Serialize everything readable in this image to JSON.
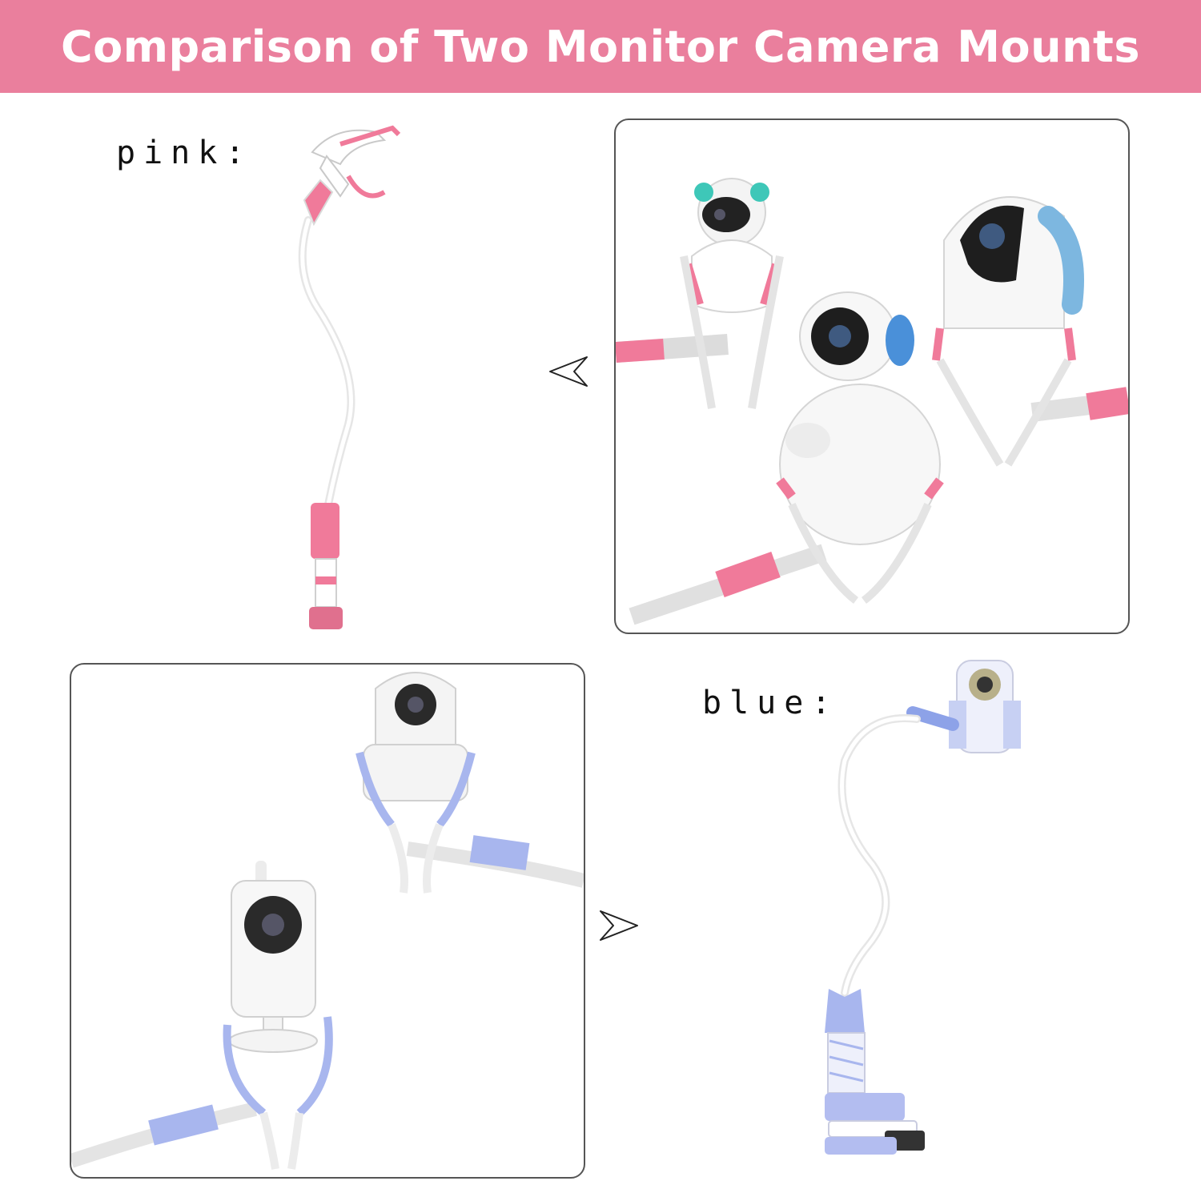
{
  "header": {
    "title": "Comparison of Two Monitor Camera Mounts",
    "background": "#ea7f9d"
  },
  "pink_section": {
    "label": "pink:",
    "accent": "#f07a9a"
  },
  "blue_section": {
    "label": "blue:",
    "accent": "#a8b6ee"
  },
  "icons": {
    "left_arrow": "left-triangle-arrow",
    "right_arrow": "right-triangle-arrow"
  }
}
